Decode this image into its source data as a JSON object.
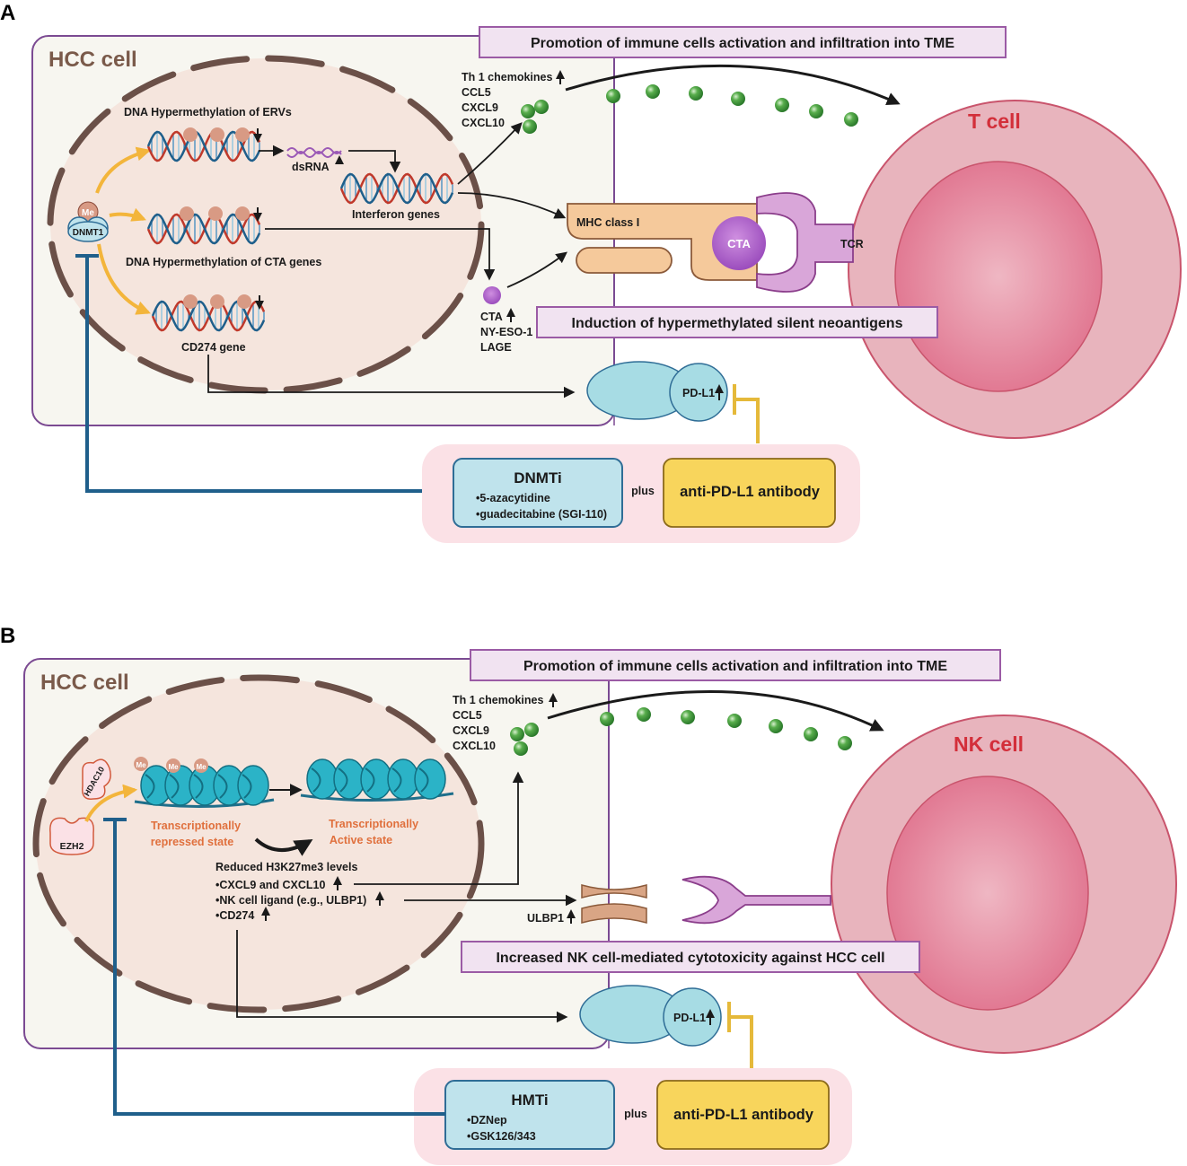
{
  "colors": {
    "hcc_border": "#7b4a92",
    "hcc_bg": "#f7f6f0",
    "nucleus_fill": "#f5e5dd",
    "nucleus_border": "#6b5048",
    "panel_title_bg": "#f1e3f1",
    "panel_title_border": "#9b5ba5",
    "tcell_outer": "#e7b4bd",
    "tcell_inner": "#e07f97",
    "cell_title": "#d32f3a",
    "chemokine_green": "#3d9a3d",
    "mhc_orange": "#f5c99b",
    "tcr_purple": "#d9a6d9",
    "cta_purple": "#a45ac2",
    "pdl1_blue": "#a7dce4",
    "drug_box_blue": "#bfe3ec",
    "drug_box_border": "#2f6d96",
    "antibody_yellow": "#f8d55c",
    "combo_pink": "#fbe1e6",
    "inhibitor_blue": "#1f5f8b",
    "inhibitor_yellow": "#e5b93a",
    "arrow_yellow": "#f3b53b",
    "ulbp1_brown": "#d9a585",
    "nucleosome_teal": "#2bb3c7",
    "state_label_orange": "#e0703d"
  },
  "panelA": {
    "letter": "A",
    "cell_label": "HCC cell",
    "banner_top": "Promotion of immune cells activation and infiltration into TME",
    "banner_bottom": "Induction of hypermethylated silent neoantigens",
    "dna_erv_label": "DNA Hypermethylation of ERVs",
    "dna_cta_label": "DNA Hypermethylation of CTA genes",
    "cd274_label": "CD274 gene",
    "dsrna_label": "dsRNA",
    "interferon_label": "Interferon genes",
    "dnmt1_label": "DNMT1",
    "me_label": "Me",
    "chemokines": [
      "Th 1 chemokines",
      "CCL5",
      "CXCL9",
      "CXCL10"
    ],
    "cta_list": [
      "CTA",
      "NY-ESO-1",
      "LAGE"
    ],
    "mhc_label": "MHC class I",
    "cta_antigen": "CTA",
    "tcr_label": "TCR",
    "immune_cell": "T cell",
    "pdl1_label": "PD-L1",
    "drug_class": "DNMTi",
    "drugs": [
      "•5-azacytidine",
      "•guadecitabine (SGI-110)"
    ],
    "plus": "plus",
    "antibody": "anti-PD-L1 antibody"
  },
  "panelB": {
    "letter": "B",
    "cell_label": "HCC cell",
    "banner_top": "Promotion of immune cells activation and infiltration into TME",
    "banner_bottom": "Increased NK cell-mediated cytotoxicity against HCC cell",
    "hdac_label": "HDAC10",
    "ezh2_label": "EZH2",
    "me_label": "Me",
    "repressed_label": [
      "Transcriptionally",
      "repressed state"
    ],
    "active_label": [
      "Transcriptionally",
      "Active state"
    ],
    "h3k27_label": "Reduced H3K27me3 levels",
    "effects": [
      "•CXCL9 and CXCL10",
      "•NK cell ligand (e.g., ULBP1)",
      "•CD274"
    ],
    "chemokines": [
      "Th 1 chemokines",
      "CCL5",
      "CXCL9",
      "CXCL10"
    ],
    "ulbp1_label": "ULBP1",
    "immune_cell": "NK cell",
    "pdl1_label": "PD-L1",
    "drug_class": "HMTi",
    "drugs": [
      "•DZNep",
      "•GSK126/343"
    ],
    "plus": "plus",
    "antibody": "anti-PD-L1 antibody"
  }
}
